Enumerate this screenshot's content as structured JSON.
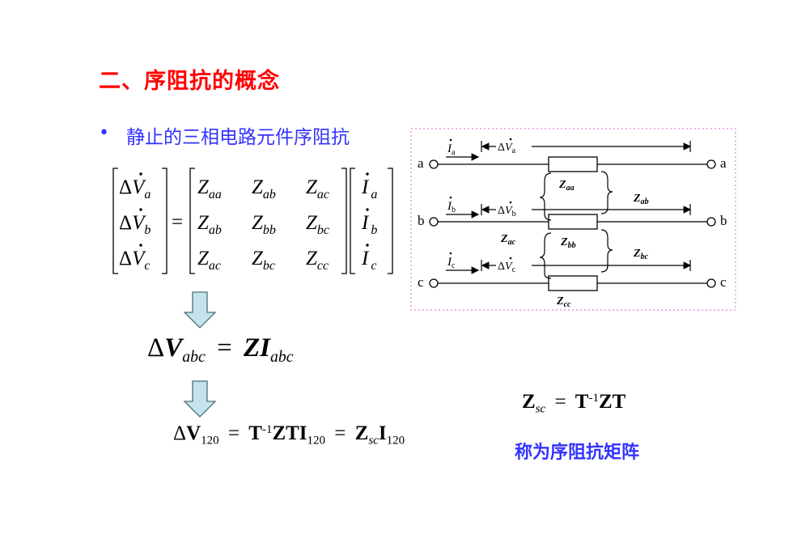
{
  "title": "二、序阻抗的概念",
  "bullet": {
    "marker": "•",
    "text": "静止的三相电路元件序阻抗"
  },
  "matrix_eq": {
    "delta": "Δ",
    "v": "V",
    "i": "I",
    "equals": "=",
    "lhs_subs": [
      "a",
      "b",
      "c"
    ],
    "z_matrix": [
      [
        "aa",
        "ab",
        "ac"
      ],
      [
        "ab",
        "bb",
        "bc"
      ],
      [
        "ac",
        "bc",
        "cc"
      ]
    ],
    "z_symbol": "Z",
    "rhs_subs": [
      "a",
      "b",
      "c"
    ]
  },
  "compact_eq": {
    "delta": "Δ",
    "v": "V",
    "v_sub": "abc",
    "equals": "=",
    "zi": "ZI",
    "i_sub": "abc"
  },
  "seq_eq": {
    "delta": "Δ",
    "v": "V",
    "v_sub": "120",
    "eq1": "=",
    "t": "T",
    "t_sup": "-1",
    "zti": "ZTI",
    "zti_sub": "120",
    "eq2": "=",
    "z": "Z",
    "z_sub": "sc",
    "i": "I",
    "i_sub": "120"
  },
  "zsc_def": {
    "z": "Z",
    "z_sub": "sc",
    "equals": "=",
    "t": "T",
    "t_sup": "-1",
    "zt": "ZT"
  },
  "note": "称为序阻抗矩阵",
  "circuit": {
    "phase_left": [
      "a",
      "b",
      "c"
    ],
    "phase_right": [
      "a",
      "b",
      "c"
    ],
    "currents": [
      "a",
      "b",
      "c"
    ],
    "voltages": [
      "a",
      "b",
      "c"
    ],
    "self_impedances": [
      "aa",
      "bb",
      "cc"
    ],
    "mutual_impedances": [
      "ab",
      "ac",
      "bc"
    ],
    "z_symbol": "Z",
    "i_symbol": "I",
    "v_symbol": "V",
    "delta": "Δ"
  },
  "colors": {
    "title": "#ff0000",
    "blue_text": "#3333ff",
    "arrow_fill": "#c5e3ea",
    "arrow_stroke": "#4a6f7a",
    "dotted_border": "#e080d0"
  }
}
